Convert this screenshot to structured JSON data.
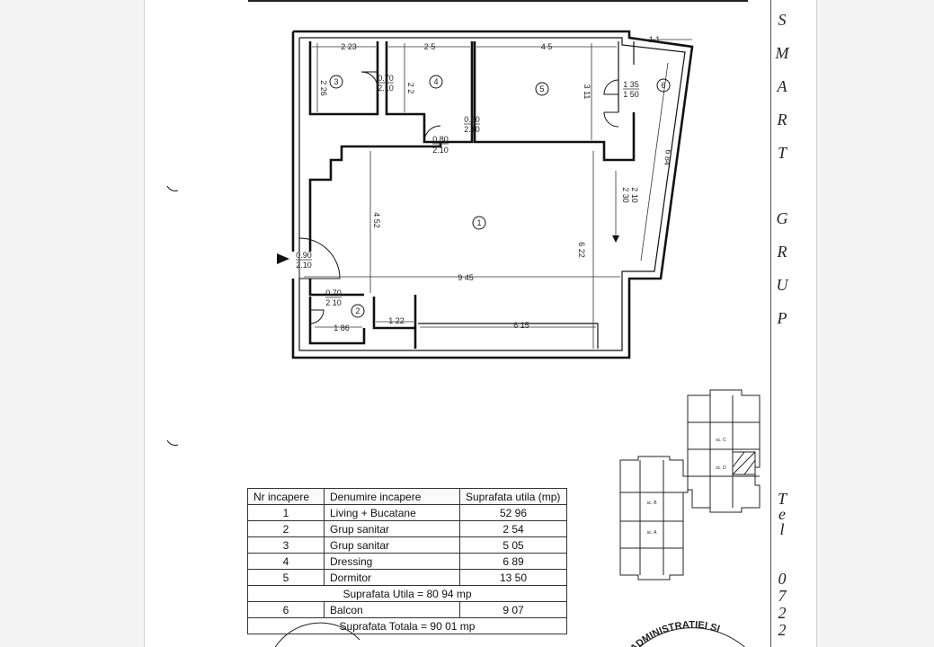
{
  "plan": {
    "rooms": [
      {
        "id": "1",
        "name": "room-1-living"
      },
      {
        "id": "2",
        "name": "room-2-bath"
      },
      {
        "id": "3",
        "name": "room-3-bath"
      },
      {
        "id": "4",
        "name": "room-4-dressing"
      },
      {
        "id": "5",
        "name": "room-5-bedroom"
      },
      {
        "id": "6",
        "name": "room-6-balcony"
      }
    ],
    "dimensions": {
      "d223": "2 23",
      "d25": "2 5",
      "d45": "4 5",
      "d11": "1 1",
      "d226": "2 26",
      "d22": "2 2",
      "d311": "3 11",
      "d684": "6 84",
      "d452": "4 52",
      "d622": "6 22",
      "d945": "9 45",
      "d186": "1 86",
      "d122": "1 22",
      "d615": "6 15"
    },
    "doors": {
      "d070a": {
        "w": "0.70",
        "h": "2.10"
      },
      "d080a": {
        "w": "0.80",
        "h": "2.10"
      },
      "d080b": {
        "w": "0.80",
        "h": "2.10"
      },
      "d135": {
        "w": "1 35",
        "h": "1 50"
      },
      "d230": {
        "w": "2 30",
        "h": "2 10"
      },
      "d090": {
        "w": "0.90",
        "h": "2.10"
      },
      "d070b": {
        "w": "0.70",
        "h": "2 10"
      }
    }
  },
  "brand": {
    "letters": [
      "S",
      "M",
      "A",
      "R",
      "T",
      "G",
      "R",
      "U",
      "P"
    ],
    "tel_letters": [
      "T",
      "e",
      "l"
    ],
    "phone_digits": [
      "0",
      "7",
      "2",
      "2"
    ]
  },
  "table": {
    "headers": [
      "Nr  incapere",
      "Denumire incapere",
      "Suprafata utila (mp)"
    ],
    "rows": [
      {
        "nr": "1",
        "name": "Living + Bucatane",
        "area": "52 96"
      },
      {
        "nr": "2",
        "name": "Grup sanitar",
        "area": "2 54"
      },
      {
        "nr": "3",
        "name": "Grup sanitar",
        "area": "5 05"
      },
      {
        "nr": "4",
        "name": "Dressing",
        "area": "6 89"
      },
      {
        "nr": "5",
        "name": "Dormitor",
        "area": "13 50"
      }
    ],
    "subtotal": "Suprafata Utila =  80 94 mp",
    "balcony": {
      "nr": "6",
      "name": "Balcon",
      "area": "9 07"
    },
    "total": "Suprafata Totala =  90 01 mp"
  },
  "stamp": {
    "text": "ADMINISTRATIEI SI"
  },
  "site_plan": {
    "labels": [
      "sc. C",
      "sc. D",
      "sc. B",
      "sc. A"
    ]
  }
}
